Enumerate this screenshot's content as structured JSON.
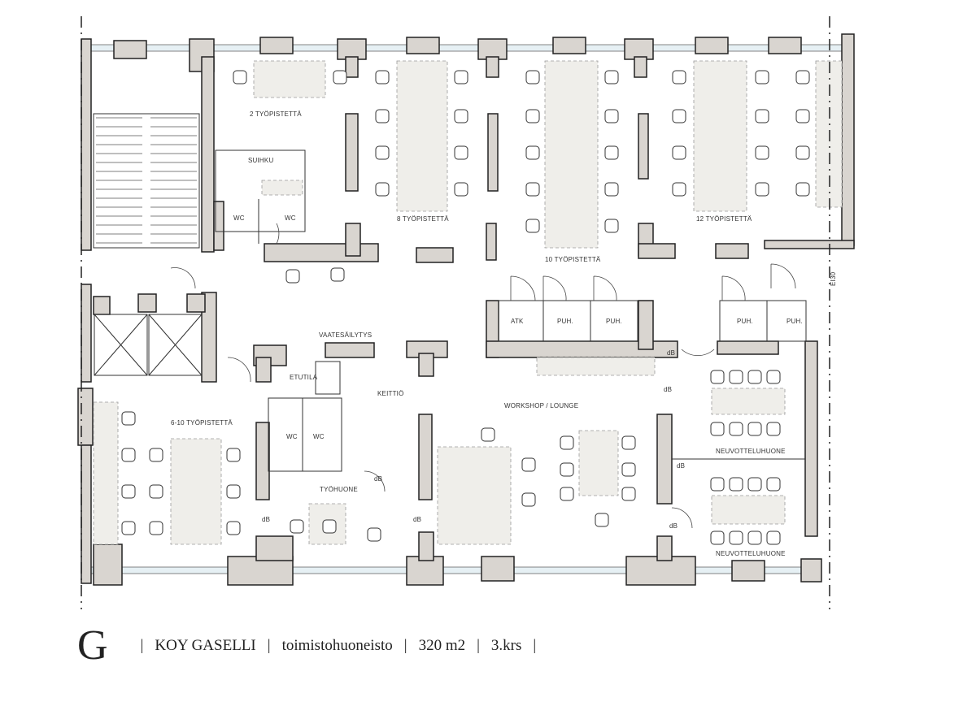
{
  "footer": {
    "logo_letter": "G",
    "sep": "|",
    "company": "KOY GASELLI",
    "type": "toimistohuoneisto",
    "area": "320 m2",
    "floor": "3.krs"
  },
  "rooms": {
    "ws2": "2 TYÖPISTETTÄ",
    "shower": "SUIHKU",
    "wc": "WC",
    "ws8": "8 TYÖPISTETTÄ",
    "ws10": "10 TYÖPISTETTÄ",
    "ws12": "12 TYÖPISTETTÄ",
    "atk": "ATK",
    "phone": "PUH.",
    "wardrobe": "VAATESÄILYTYS",
    "lobby": "ETUTILA",
    "kitchen": "KEITTIÖ",
    "workshop": "WORKSHOP / LOUNGE",
    "meeting": "NEUVOTTELUHUONE",
    "ws6_10": "6-10 TYÖPISTETTÄ",
    "office": "TYÖHUONE",
    "db": "dB",
    "fire_rating": "EI30"
  }
}
